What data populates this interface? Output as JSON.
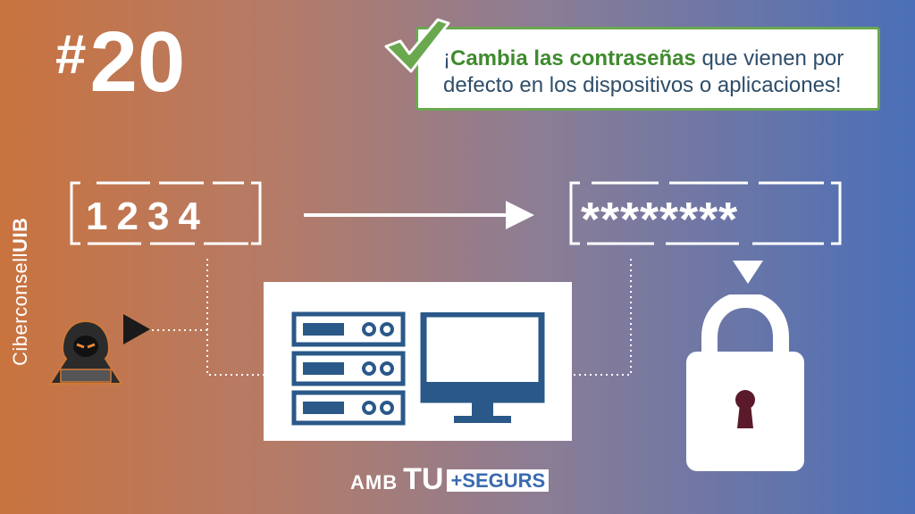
{
  "brand": {
    "prefix": "Ciberconsell",
    "suffix": "UIB"
  },
  "tip_number": "20",
  "tip_hash": "#",
  "tip": {
    "strong": "Cambia las contraseñas",
    "prefix": "¡",
    "rest": " que vienen por defecto en los dispositivos o aplicaciones!"
  },
  "pin": "1234",
  "password_mask": "********",
  "slogan": {
    "amb": "AMB",
    "tu": "TU",
    "segurs": "+SEGURS"
  },
  "colors": {
    "accent_green": "#6aa84f",
    "navy": "#2a5889",
    "lock_body": "#ffffff",
    "keyhole": "#5b1a2a"
  },
  "icons": [
    "check-icon",
    "arrow-right-icon",
    "server-icon",
    "monitor-icon",
    "hacker-icon",
    "play-icon",
    "triangle-down-icon",
    "lock-icon"
  ]
}
